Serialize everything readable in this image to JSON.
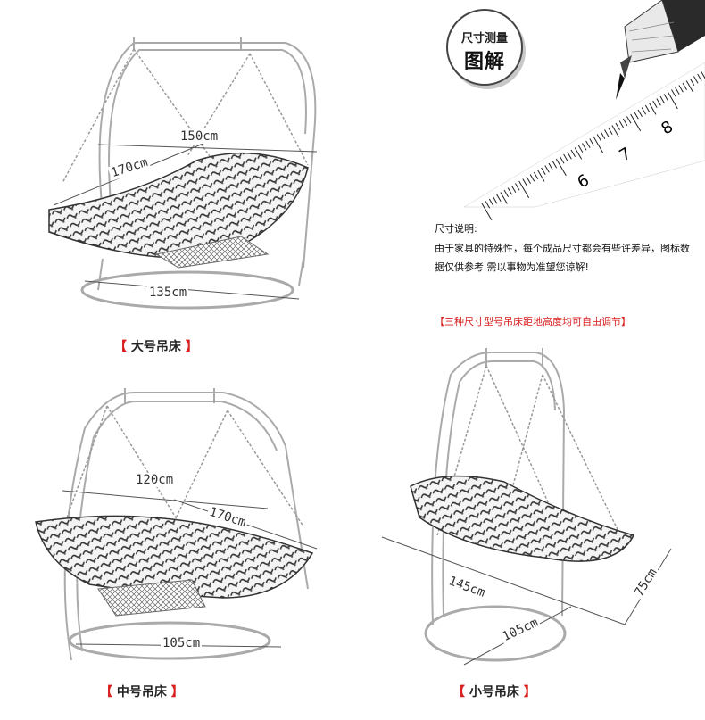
{
  "badge": {
    "line1": "尺寸测量",
    "line2": "图解"
  },
  "ruler": {
    "numbers": [
      "6",
      "7",
      "8"
    ]
  },
  "notes": {
    "title": "尺寸说明:",
    "body": "由于家具的特殊性，每个成品尺寸都会有些许差异，图标数据仅供参考 需以事物为准望您谅解!",
    "red": "【三种尺寸型号吊床距地高度均可自由调节】"
  },
  "large": {
    "w1": "150cm",
    "w2": "170cm",
    "base": "135cm",
    "caption_open": "【",
    "caption_text": "大号吊床",
    "caption_close": "】"
  },
  "medium": {
    "w1": "120cm",
    "w2": "170cm",
    "base": "105cm",
    "caption_open": "【",
    "caption_text": "中号吊床",
    "caption_close": "】"
  },
  "small": {
    "w1": "145cm",
    "w2": "75cm",
    "base": "105cm",
    "caption_open": "【",
    "caption_text": "小号吊床",
    "caption_close": "】"
  }
}
